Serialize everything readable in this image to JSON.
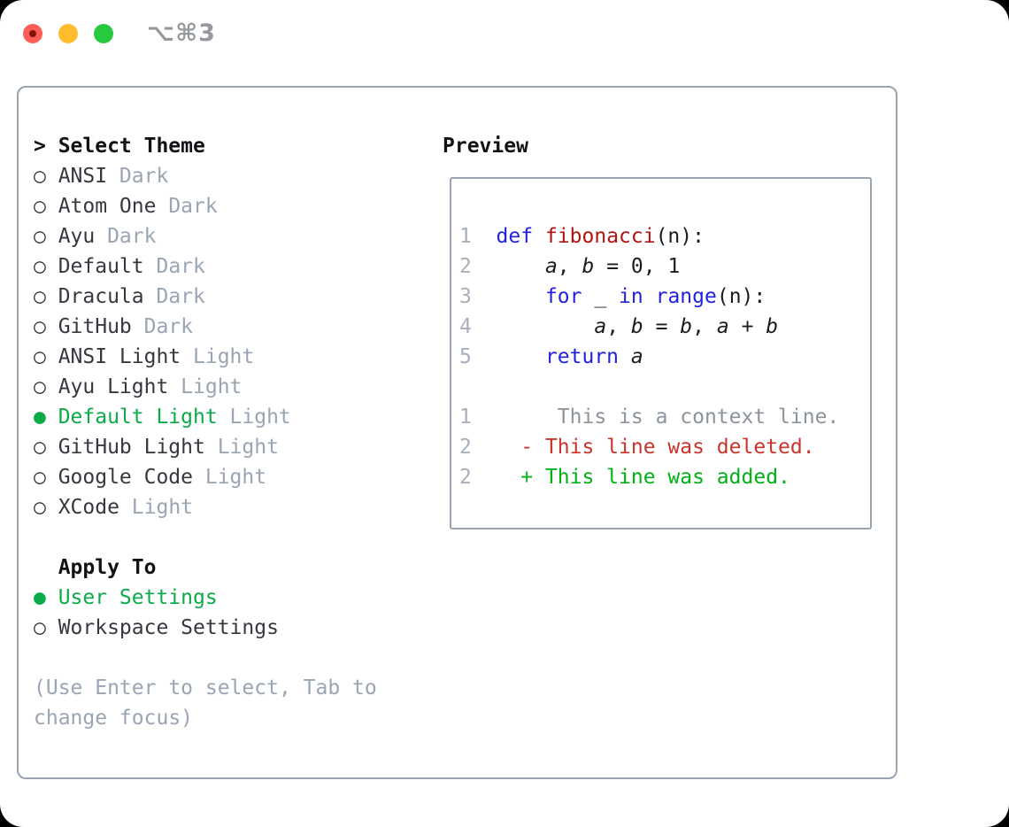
{
  "window": {
    "title": "⌥⌘3"
  },
  "titlebar": {
    "traffic_lights": {
      "close_color": "#ff5d55",
      "close_dot_color": "#7d150c",
      "minimize_color": "#ffbd2e",
      "zoom_color": "#27c93f"
    }
  },
  "icons": {
    "radio_selected": "●",
    "radio_unselected": "○",
    "cursor_prefix": ">"
  },
  "theme_list": {
    "header_prefix": ">",
    "header": "Select Theme",
    "items": [
      {
        "name": "ANSI",
        "tag": "Dark",
        "selected": false
      },
      {
        "name": "Atom One",
        "tag": "Dark",
        "selected": false
      },
      {
        "name": "Ayu",
        "tag": "Dark",
        "selected": false
      },
      {
        "name": "Default",
        "tag": "Dark",
        "selected": false
      },
      {
        "name": "Dracula",
        "tag": "Dark",
        "selected": false
      },
      {
        "name": "GitHub",
        "tag": "Dark",
        "selected": false
      },
      {
        "name": "ANSI Light",
        "tag": "Light",
        "selected": false
      },
      {
        "name": "Ayu Light",
        "tag": "Light",
        "selected": false
      },
      {
        "name": "Default Light",
        "tag": "Light",
        "selected": true
      },
      {
        "name": "GitHub Light",
        "tag": "Light",
        "selected": false
      },
      {
        "name": "Google Code",
        "tag": "Light",
        "selected": false
      },
      {
        "name": "XCode",
        "tag": "Light",
        "selected": false
      }
    ]
  },
  "apply_to": {
    "header": "Apply To",
    "options": [
      {
        "name": "User Settings",
        "selected": true
      },
      {
        "name": "Workspace Settings",
        "selected": false
      }
    ]
  },
  "hint": {
    "line1": "(Use Enter to select, Tab to",
    "line2": "change focus)"
  },
  "preview": {
    "header": "Preview",
    "lines": [
      {
        "tokens": [
          {
            "t": "1  ",
            "c": "num"
          },
          {
            "t": "def",
            "c": "kw"
          },
          {
            "t": " ",
            "c": "pln"
          },
          {
            "t": "fibonacci",
            "c": "fn"
          },
          {
            "t": "(n):",
            "c": "pln"
          }
        ]
      },
      {
        "tokens": [
          {
            "t": "2  ",
            "c": "num"
          },
          {
            "t": "    ",
            "c": "pln"
          },
          {
            "t": "a",
            "c": "var"
          },
          {
            "t": ", ",
            "c": "pln"
          },
          {
            "t": "b",
            "c": "var"
          },
          {
            "t": " = 0, 1",
            "c": "pln"
          }
        ]
      },
      {
        "tokens": [
          {
            "t": "3  ",
            "c": "num"
          },
          {
            "t": "    ",
            "c": "pln"
          },
          {
            "t": "for",
            "c": "kw"
          },
          {
            "t": " _ ",
            "c": "pln"
          },
          {
            "t": "in",
            "c": "kw"
          },
          {
            "t": " ",
            "c": "pln"
          },
          {
            "t": "range",
            "c": "kw"
          },
          {
            "t": "(n):",
            "c": "pln"
          }
        ]
      },
      {
        "tokens": [
          {
            "t": "4  ",
            "c": "num"
          },
          {
            "t": "        ",
            "c": "pln"
          },
          {
            "t": "a",
            "c": "var"
          },
          {
            "t": ", ",
            "c": "pln"
          },
          {
            "t": "b",
            "c": "var"
          },
          {
            "t": " = ",
            "c": "pln"
          },
          {
            "t": "b",
            "c": "var"
          },
          {
            "t": ", ",
            "c": "pln"
          },
          {
            "t": "a",
            "c": "var"
          },
          {
            "t": " + ",
            "c": "pln"
          },
          {
            "t": "b",
            "c": "var"
          }
        ]
      },
      {
        "tokens": [
          {
            "t": "5  ",
            "c": "num"
          },
          {
            "t": "    ",
            "c": "pln"
          },
          {
            "t": "return",
            "c": "kw"
          },
          {
            "t": " ",
            "c": "pln"
          },
          {
            "t": "a",
            "c": "var"
          }
        ]
      },
      {
        "tokens": []
      },
      {
        "tokens": [
          {
            "t": "1  ",
            "c": "num"
          },
          {
            "t": "     ",
            "c": "pln"
          },
          {
            "t": "This is a context line.",
            "c": "ctx"
          }
        ]
      },
      {
        "tokens": [
          {
            "t": "2  ",
            "c": "num"
          },
          {
            "t": "  ",
            "c": "pln"
          },
          {
            "t": "- This line was deleted.",
            "c": "del"
          }
        ]
      },
      {
        "tokens": [
          {
            "t": "2  ",
            "c": "num"
          },
          {
            "t": "  ",
            "c": "pln"
          },
          {
            "t": "+ This line was added.",
            "c": "add"
          }
        ]
      }
    ]
  },
  "colors": {
    "selected_green": "#0cab4a",
    "added_green": "#00b117",
    "deleted_red": "#c9352b",
    "keyword_blue": "#2222dd",
    "function_red": "#b01414",
    "muted_gray": "#9aa5b3",
    "line_number_gray": "#a7b0bc",
    "item_text": "#35393f",
    "panel_border": "#9aa3b0"
  }
}
